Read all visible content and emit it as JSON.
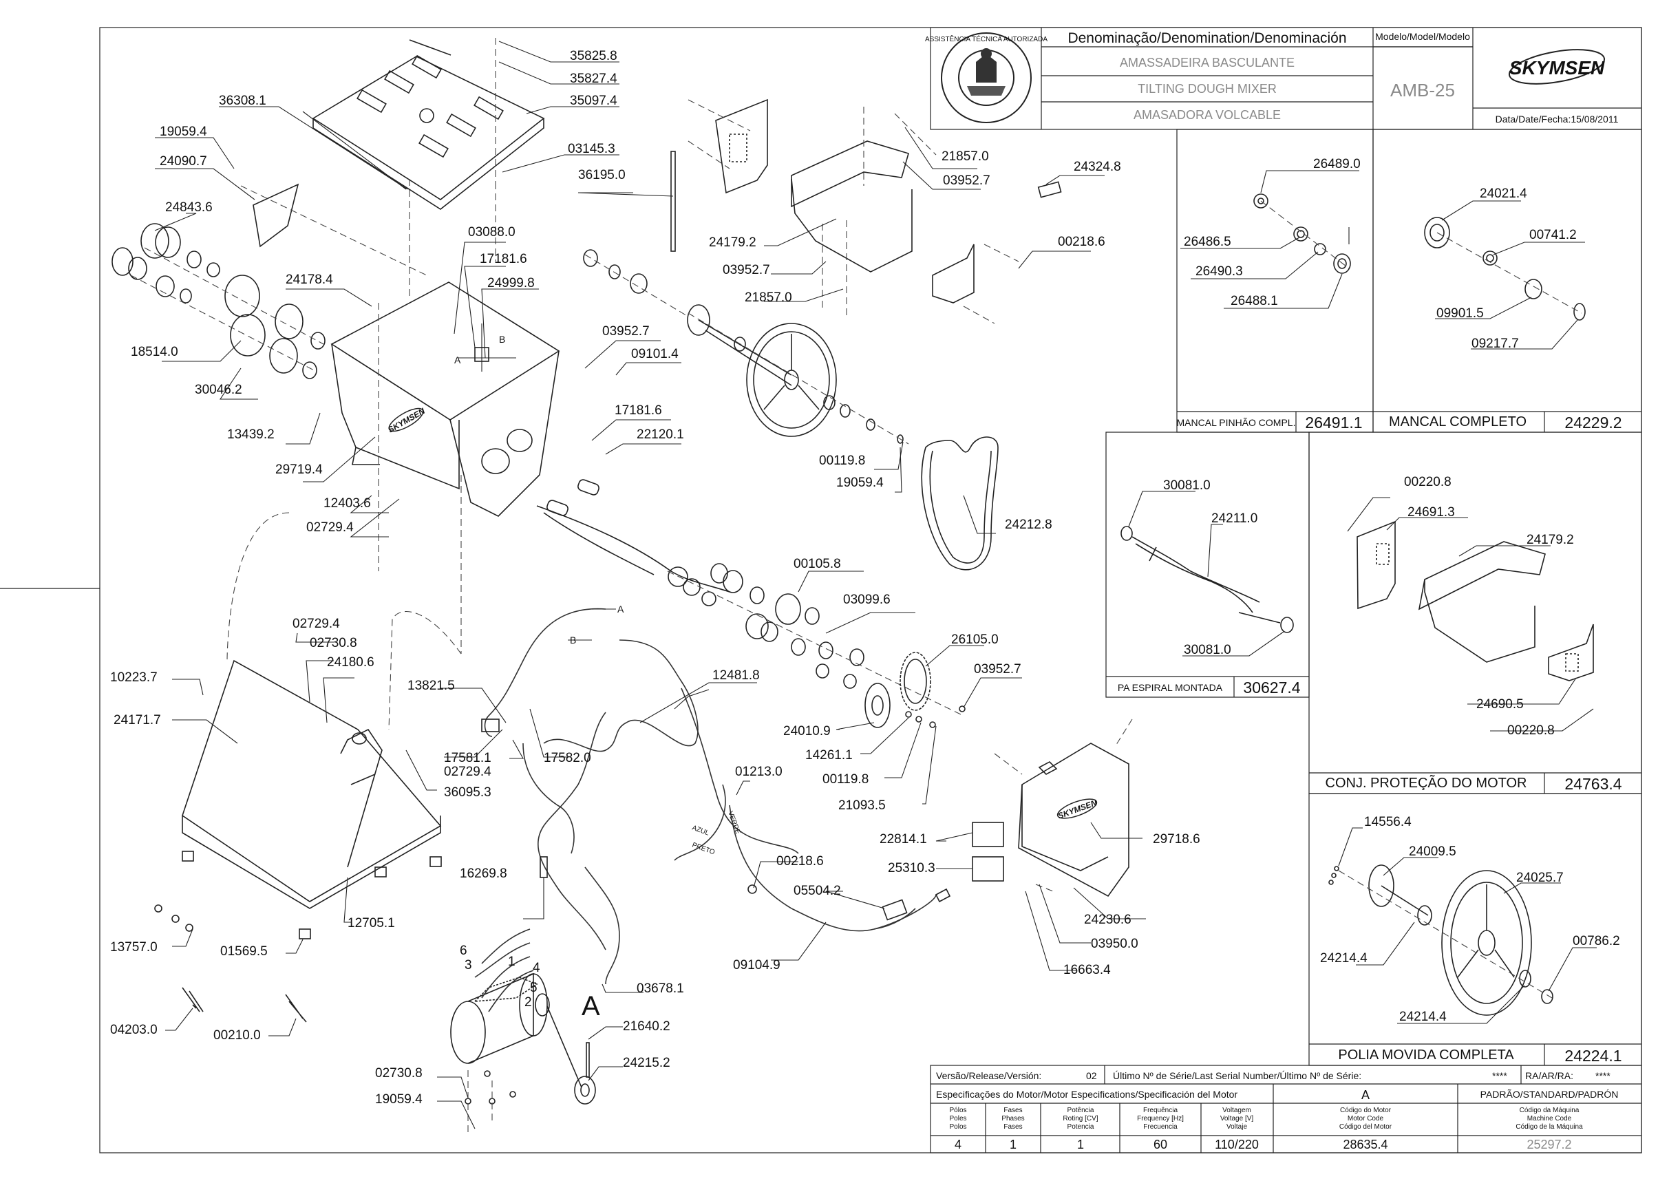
{
  "title_block": {
    "denomination_header": "Denominação/Denomination/Denominación",
    "name_pt": "AMASSADEIRA BASCULANTE",
    "name_en": "TILTING DOUGH MIXER",
    "name_es": "AMASADORA VOLCABLE",
    "model_header": "Modelo/Model/Modelo",
    "model": "AMB-25",
    "brand": "SKYMSEN",
    "date_label": "Data/Date/Fecha:15/08/2011",
    "seal_text": "ASSISTÊNCIA TÉCNICA AUTORIZADA"
  },
  "main_callouts": [
    "35825.8",
    "35827.4",
    "35097.4",
    "36308.1",
    "03145.3",
    "36195.0",
    "19059.4",
    "24090.7",
    "24843.6",
    "03088.0",
    "17181.6",
    "24999.8",
    "24178.4",
    "18514.0",
    "30046.2",
    "13439.2",
    "29719.4",
    "12403.6",
    "02729.4",
    "03952.7",
    "09101.4",
    "17181.6",
    "22120.1",
    "00119.8",
    "19059.4",
    "24212.8",
    "21857.0",
    "03952.7",
    "24179.2",
    "03952.7",
    "21857.0",
    "24324.8",
    "00218.6",
    "00105.8",
    "03099.6",
    "26105.0",
    "03952.7",
    "24010.9",
    "14261.1",
    "00119.8",
    "21093.5",
    "12481.8",
    "13821.5",
    "17581.1",
    "02729.4",
    "17582.0",
    "02729.4",
    "02730.8",
    "24180.6",
    "10223.7",
    "24171.7",
    "36095.3",
    "01213.0",
    "00218.6",
    "05504.2",
    "09104.9",
    "16269.8",
    "22814.1",
    "25310.3",
    "29718.6",
    "24230.6",
    "03950.0",
    "16663.4",
    "13757.0",
    "01569.5",
    "12705.1",
    "04203.0",
    "00210.0",
    "03678.1",
    "21640.2",
    "24215.2",
    "02730.8",
    "19059.4"
  ],
  "wire_marks": [
    "A",
    "B",
    "A",
    "B",
    "6",
    "3",
    "1",
    "4",
    "5",
    "2",
    "A"
  ],
  "wire_colors": {
    "azul": "AZUL",
    "preto": "PRETO",
    "verde": "VERDE"
  },
  "kits": {
    "mancal_pinhao": {
      "callouts": [
        "26489.0",
        "26486.5",
        "26490.3",
        "26488.1"
      ],
      "label": "MANCAL PINHÃO COMPL.",
      "code": "26491.1"
    },
    "mancal_completo": {
      "callouts": [
        "24021.4",
        "00741.2",
        "09901.5",
        "09217.7"
      ],
      "label": "MANCAL COMPLETO",
      "code": "24229.2"
    },
    "pa_espiral": {
      "callouts": [
        "30081.0",
        "24211.0",
        "30081.0"
      ],
      "label": "PA ESPIRAL MONTADA",
      "code": "30627.4"
    },
    "protecao_motor": {
      "callouts": [
        "00220.8",
        "24691.3",
        "24179.2",
        "24690.5",
        "00220.8"
      ],
      "label": "CONJ. PROTEÇÃO DO MOTOR",
      "code": "24763.4"
    },
    "polia_movida": {
      "callouts": [
        "14556.4",
        "24009.5",
        "24025.7",
        "00786.2",
        "24214.4",
        "24214.4"
      ],
      "label": "POLIA MOVIDA COMPLETA",
      "code": "24224.1"
    }
  },
  "spec_block": {
    "version_label": "Versão/Release/Versión:",
    "version": "02",
    "serial_label": "Último Nº de Série/Last Serial Number/Último Nº de Série:",
    "serial": "****",
    "ra_label": "RA/AR/RA:",
    "ra": "****",
    "motor_spec_label": "Especificações do Motor/Motor Especifications/Specificación del Motor",
    "variant": "A",
    "standard": "PADRÃO/STANDARD/PADRÓN",
    "col_headers": [
      [
        "Pólos",
        "Poles",
        "Polos"
      ],
      [
        "Fases",
        "Phases",
        "Fases"
      ],
      [
        "Potência",
        "Roting [CV]",
        "Potencia"
      ],
      [
        "Frequência",
        "Frequency [Hz]",
        "Frecuencia"
      ],
      [
        "Voltagem",
        "Voltage [V]",
        "Voltaje"
      ],
      [
        "Código do Motor",
        "Motor Code",
        "Código del Motor"
      ],
      [
        "Código da Máquina",
        "Machine Code",
        "Código de la Máquina"
      ]
    ],
    "values": [
      "4",
      "1",
      "1",
      "60",
      "110/220",
      "28635.4",
      "25297.2"
    ]
  }
}
